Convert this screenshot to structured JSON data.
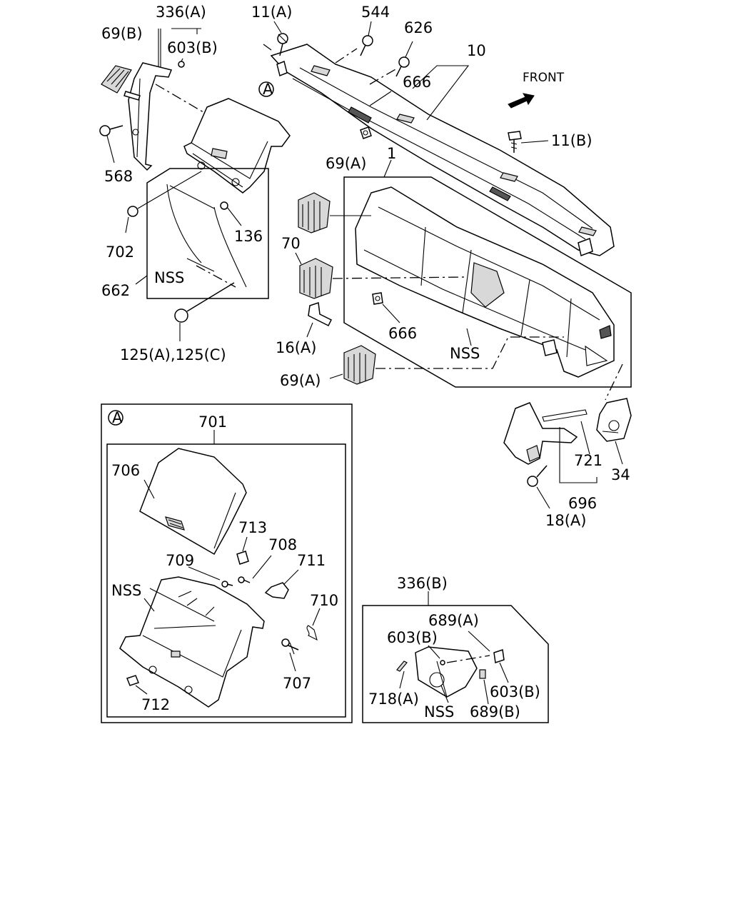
{
  "labels": {
    "l336a": "336(A)",
    "l69b": "69(B)",
    "l603b_top": "603(B)",
    "l11a": "11(A)",
    "l544": "544",
    "l626": "626",
    "l10": "10",
    "l666_top": "666",
    "front": "FRONT",
    "l11b": "11(B)",
    "l568": "568",
    "l702": "702",
    "l136": "136",
    "nss_left": "NSS",
    "l662": "662",
    "l125": "125(A),125(C)",
    "l69a_top": "69(A)",
    "l1": "1",
    "l70": "70",
    "l666_mid": "666",
    "l16a": "16(A)",
    "nss_mid": "NSS",
    "l69a_bot": "69(A)",
    "l721": "721",
    "l34": "34",
    "l696": "696",
    "l18a": "18(A)",
    "callout_a_top": "A",
    "callout_a_box": "A",
    "l701": "701",
    "l706": "706",
    "l713": "713",
    "l708": "708",
    "l709": "709",
    "l711": "711",
    "nss_box": "NSS",
    "l710": "710",
    "l707": "707",
    "l712": "712",
    "l336b": "336(B)",
    "l689a": "689(A)",
    "l603b_b1": "603(B)",
    "l718a": "718(A)",
    "l603b_b2": "603(B)",
    "nss_b": "NSS",
    "l689b": "689(B)"
  }
}
